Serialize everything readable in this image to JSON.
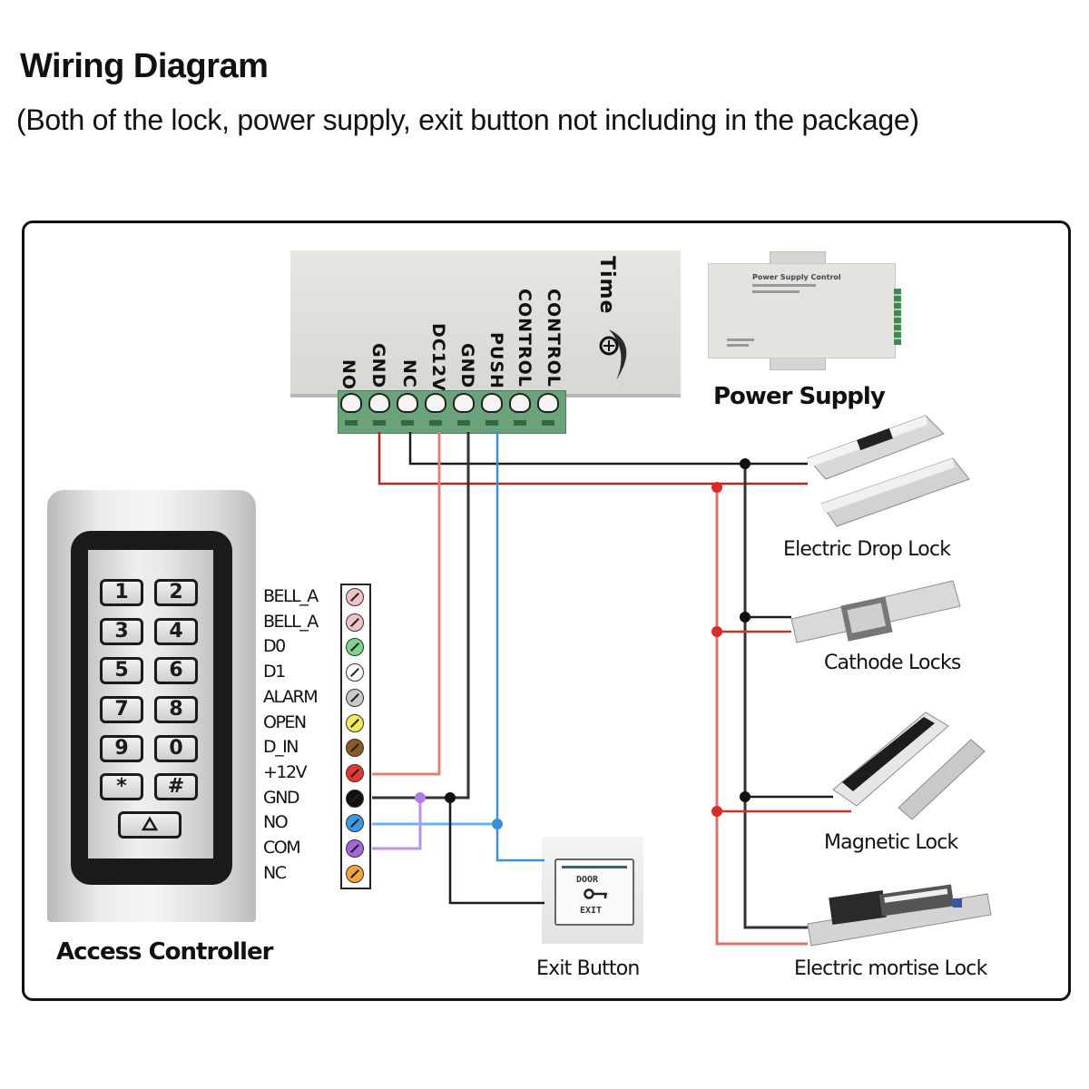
{
  "header": {
    "title": "Wiring Diagram",
    "subtitle": "(Both of the lock, power supply, exit button not including in the package)"
  },
  "timer_controller": {
    "brand_label": "Time",
    "terminals": [
      "NO",
      "GND",
      "NC",
      "DC12V",
      "GND",
      "PUSH",
      "CONTROL",
      "CONTROL"
    ]
  },
  "power_supply": {
    "label": "Power Supply",
    "panel_title": "Power Supply Control"
  },
  "access_controller": {
    "label": "Access Controller",
    "keys": [
      "1",
      "2",
      "3",
      "4",
      "5",
      "6",
      "7",
      "8",
      "9",
      "0",
      "*",
      "#"
    ],
    "bell_key": "bell",
    "terminals": [
      {
        "name": "BELL_A",
        "color": "#f2c2c6"
      },
      {
        "name": "BELL_A",
        "color": "#f0c4c4"
      },
      {
        "name": "D0",
        "color": "#7fd38c"
      },
      {
        "name": "D1",
        "color": "#ffffff"
      },
      {
        "name": "ALARM",
        "color": "#c9c9c9"
      },
      {
        "name": "OPEN",
        "color": "#f3ea55"
      },
      {
        "name": "D_IN",
        "color": "#8b5a22"
      },
      {
        "name": "+12V",
        "color": "#e23a2e"
      },
      {
        "name": "GND",
        "color": "#111111"
      },
      {
        "name": "NO",
        "color": "#3d9be6"
      },
      {
        "name": "COM",
        "color": "#a964e0"
      },
      {
        "name": "NC",
        "color": "#f1a534"
      }
    ]
  },
  "exit_button": {
    "label": "Exit Button",
    "face_top": "DOOR",
    "face_bottom": "EXIT"
  },
  "locks": [
    {
      "label": "Electric Drop Lock"
    },
    {
      "label": "Cathode Locks"
    },
    {
      "label": "Magnetic Lock"
    },
    {
      "label": "Electric mortise Lock"
    }
  ],
  "wire_colors": {
    "power_red": "#c0282a",
    "power_light_red": "#e8827c",
    "ground_black": "#1a1a1a",
    "signal_blue": "#3b8fd9",
    "com_purple": "#b07ee6"
  }
}
